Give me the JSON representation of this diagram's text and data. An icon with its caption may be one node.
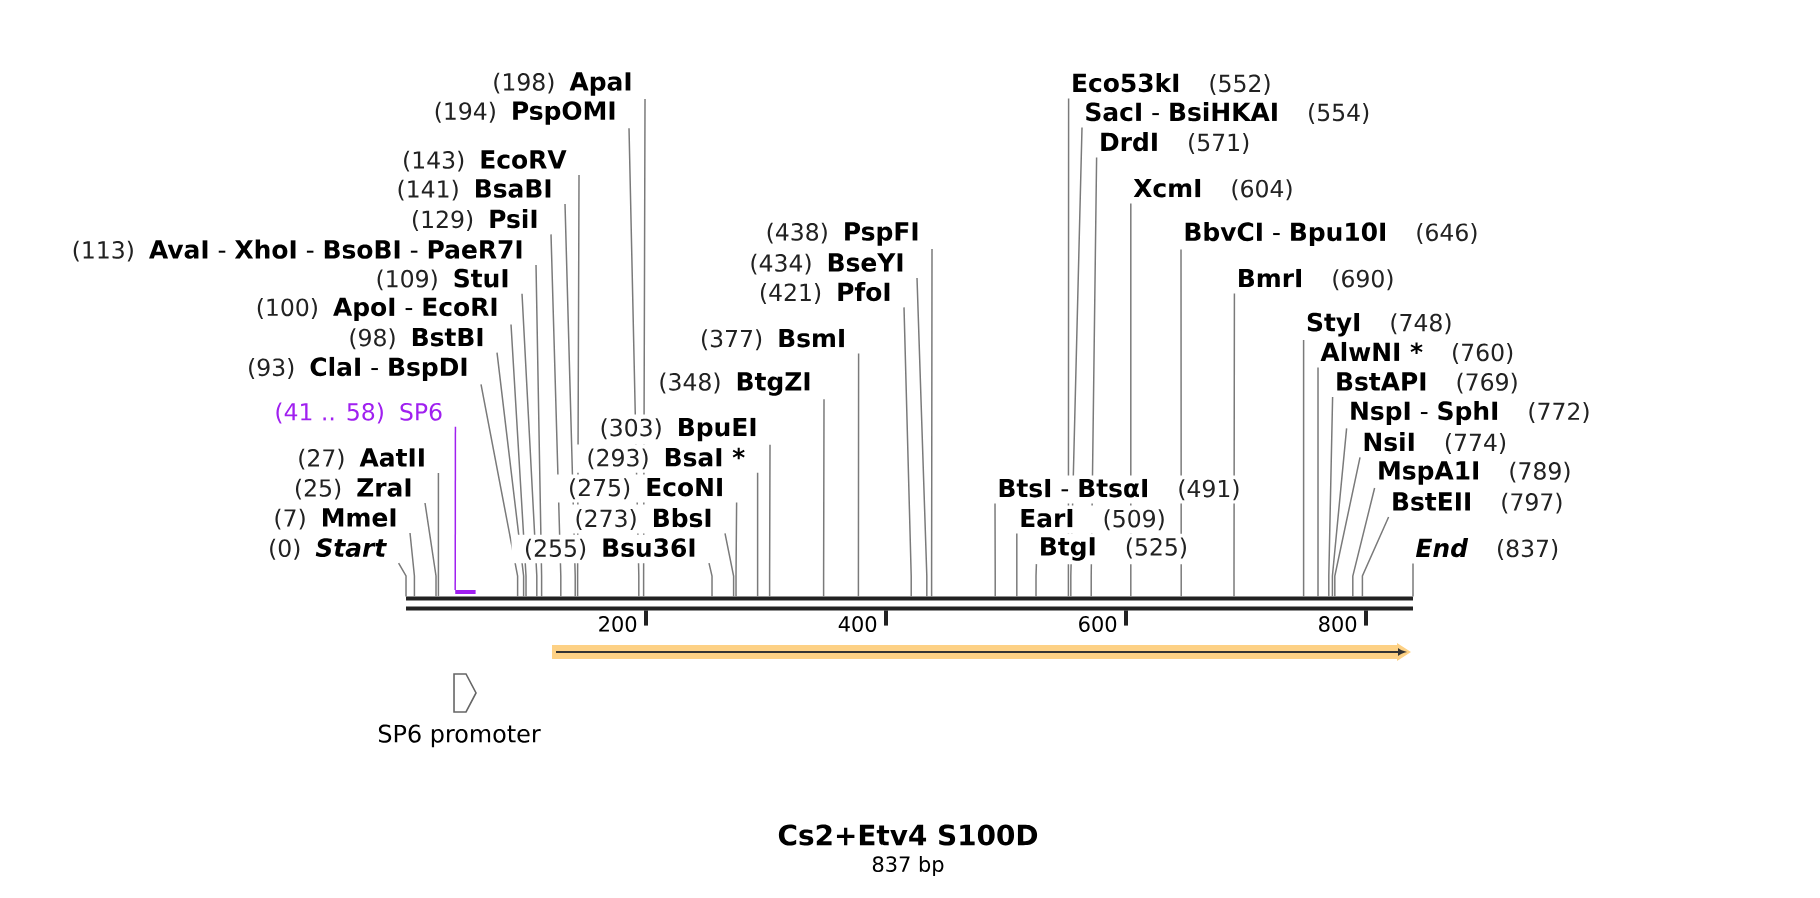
{
  "diagram": {
    "title": "Cs2+Etv4 S100D",
    "caption": "837 bp",
    "nodes": [
      {
        "text": [
          "(0)",
          "Start"
        ]
      },
      {
        "text": [
          "(7)",
          "MmeI"
        ]
      },
      {
        "text": [
          "(25)",
          "ZraI"
        ]
      },
      {
        "text": [
          "(27)",
          "AatII"
        ]
      },
      {
        "text": [
          "(41 .. 58)",
          "SP6"
        ]
      },
      {
        "text": [
          "(93)",
          "**ClaI** - **BspDI**"
        ]
      },
      {
        "text": [
          "(98)",
          "BstBI"
        ]
      },
      {
        "text": [
          "(100)",
          "**ApoI** - **EcoRI**"
        ]
      },
      {
        "text": [
          "(109)",
          "StuI"
        ]
      },
      {
        "text": [
          "(113)",
          "**AvaI** - **XhoI** - **BsoBI** - **PaeR7I**"
        ]
      },
      {
        "text": [
          "(129)",
          "PsiI"
        ]
      },
      {
        "text": [
          "(141)",
          "BsaBI"
        ]
      },
      {
        "text": [
          "(143)",
          "EcoRV"
        ]
      },
      {
        "text": [
          "(194)",
          "PspOMI"
        ]
      },
      {
        "text": [
          "(198)",
          "ApaI"
        ]
      },
      {
        "text": [
          "(255)",
          "Bsu36I"
        ]
      },
      {
        "text": [
          "(273)",
          "BbsI"
        ]
      },
      {
        "text": [
          "(275)",
          "EcoNI"
        ]
      },
      {
        "text": [
          "(293)",
          "BsaI *"
        ]
      },
      {
        "text": [
          "(303)",
          "BpuEI"
        ]
      },
      {
        "text": [
          "(348)",
          "BtgZI"
        ]
      },
      {
        "text": [
          "(377)",
          "BsmI"
        ]
      },
      {
        "text": [
          "(421)",
          "PfoI"
        ]
      },
      {
        "text": [
          "(434)",
          "BseYI"
        ]
      },
      {
        "text": [
          "(438)",
          "PspFI"
        ]
      },
      {
        "text": [
          "**BtsI** - **BtsαI**",
          "(491)"
        ]
      },
      {
        "text": [
          "EarI",
          "(509)"
        ]
      },
      {
        "text": [
          "BtgI",
          "(525)"
        ]
      },
      {
        "text": [
          "Eco53kI",
          "(552)"
        ]
      },
      {
        "text": [
          "**SacI** - **BsiHKAI**",
          "(554)"
        ]
      },
      {
        "text": [
          "DrdI",
          "(571)"
        ]
      },
      {
        "text": [
          "XcmI",
          "(604)"
        ]
      },
      {
        "text": [
          "**BbvCI** - **Bpu10I**",
          "(646)"
        ]
      },
      {
        "text": [
          "BmrI",
          "(690)"
        ]
      },
      {
        "text": [
          "StyI",
          "(748)"
        ]
      },
      {
        "text": [
          "AlwNI *",
          "(760)"
        ]
      },
      {
        "text": [
          "BstAPI",
          "(769)"
        ]
      },
      {
        "text": [
          "**NspI** - **SphI**",
          "(772)"
        ]
      },
      {
        "text": [
          "NsiI",
          "(774)"
        ]
      },
      {
        "text": [
          "MspA1I",
          "(789)"
        ]
      },
      {
        "text": [
          "BstEII",
          "(797)"
        ]
      },
      {
        "text": [
          "End",
          "(837)"
        ]
      },
      {
        "text": [],
        "shape": "bar"
      },
      {
        "text": [],
        "shape": "bar"
      },
      {
        "text": [],
        "shape": "pentagon",
        "beside": [
          "SP6 promoter"
        ]
      },
      {
        "text": [],
        "shape": "bar"
      }
    ],
    "edges": [
      {
        "from": 0,
        "to": 42,
        "arrow": "none"
      },
      {
        "from": 1,
        "to": 42,
        "arrow": "none"
      },
      {
        "from": 2,
        "to": 42,
        "arrow": "none"
      },
      {
        "from": 3,
        "to": 42,
        "arrow": "none"
      },
      {
        "from": 4,
        "to": 43,
        "arrow": "none",
        "color": "#a020f0"
      },
      {
        "from": 5,
        "to": 42,
        "arrow": "none"
      },
      {
        "from": 6,
        "to": 42,
        "arrow": "none"
      },
      {
        "from": 7,
        "to": 42,
        "arrow": "none"
      },
      {
        "from": 8,
        "to": 42,
        "arrow": "none"
      },
      {
        "from": 9,
        "to": 42,
        "arrow": "none"
      },
      {
        "from": 10,
        "to": 42,
        "arrow": "none"
      },
      {
        "from": 11,
        "to": 42,
        "arrow": "none"
      },
      {
        "from": 12,
        "to": 42,
        "arrow": "none"
      },
      {
        "from": 13,
        "to": 42,
        "arrow": "none"
      },
      {
        "from": 14,
        "to": 42,
        "arrow": "none"
      },
      {
        "from": 15,
        "to": 42,
        "arrow": "none"
      },
      {
        "from": 16,
        "to": 42,
        "arrow": "none"
      },
      {
        "from": 17,
        "to": 42,
        "arrow": "none"
      },
      {
        "from": 18,
        "to": 42,
        "arrow": "none"
      },
      {
        "from": 19,
        "to": 42,
        "arrow": "none"
      },
      {
        "from": 20,
        "to": 42,
        "arrow": "none"
      },
      {
        "from": 21,
        "to": 42,
        "arrow": "none"
      },
      {
        "from": 22,
        "to": 42,
        "arrow": "none"
      },
      {
        "from": 23,
        "to": 42,
        "arrow": "none"
      },
      {
        "from": 24,
        "to": 42,
        "arrow": "none"
      },
      {
        "from": 25,
        "to": 42,
        "arrow": "none"
      },
      {
        "from": 26,
        "to": 42,
        "arrow": "none"
      },
      {
        "from": 27,
        "to": 42,
        "arrow": "none"
      },
      {
        "from": 28,
        "to": 42,
        "arrow": "none"
      },
      {
        "from": 29,
        "to": 42,
        "arrow": "none"
      },
      {
        "from": 30,
        "to": 42,
        "arrow": "none"
      },
      {
        "from": 31,
        "to": 42,
        "arrow": "none"
      },
      {
        "from": 32,
        "to": 42,
        "arrow": "none"
      },
      {
        "from": 33,
        "to": 42,
        "arrow": "none"
      },
      {
        "from": 34,
        "to": 42,
        "arrow": "none"
      },
      {
        "from": 35,
        "to": 42,
        "arrow": "none"
      },
      {
        "from": 36,
        "to": 42,
        "arrow": "none"
      },
      {
        "from": 37,
        "to": 42,
        "arrow": "none"
      },
      {
        "from": 38,
        "to": 42,
        "arrow": "none"
      },
      {
        "from": 39,
        "to": 42,
        "arrow": "none"
      },
      {
        "from": 40,
        "to": 42,
        "arrow": "none"
      },
      {
        "from": 41,
        "to": 42,
        "arrow": "none"
      }
    ],
    "labels": [
      "200",
      "400",
      "600",
      "800"
    ]
  }
}
